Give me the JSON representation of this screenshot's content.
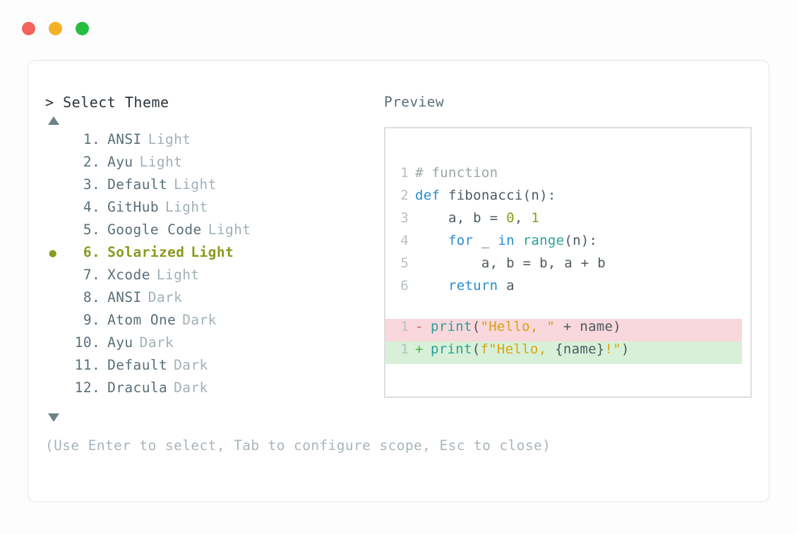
{
  "window": {
    "dots": [
      {
        "name": "close",
        "color": "#f1635b"
      },
      {
        "name": "minimize",
        "color": "#f5b125"
      },
      {
        "name": "maximize",
        "color": "#27bd3f"
      }
    ]
  },
  "prompt": {
    "caret": ">",
    "title": "Select Theme"
  },
  "scroll": {
    "up_icon": "triangle-up",
    "down_icon": "triangle-down"
  },
  "theme_list": {
    "selected_index": 6,
    "selected_bullet": "●",
    "separator": ".",
    "items": [
      {
        "index": "1",
        "name": "ANSI",
        "variant": "Light",
        "selected": false
      },
      {
        "index": "2",
        "name": "Ayu",
        "variant": "Light",
        "selected": false
      },
      {
        "index": "3",
        "name": "Default",
        "variant": "Light",
        "selected": false
      },
      {
        "index": "4",
        "name": "GitHub",
        "variant": "Light",
        "selected": false
      },
      {
        "index": "5",
        "name": "Google Code",
        "variant": "Light",
        "selected": false
      },
      {
        "index": "6",
        "name": "Solarized",
        "variant": "Light",
        "selected": true
      },
      {
        "index": "7",
        "name": "Xcode",
        "variant": "Light",
        "selected": false
      },
      {
        "index": "8",
        "name": "ANSI",
        "variant": "Dark",
        "selected": false
      },
      {
        "index": "9",
        "name": "Atom One",
        "variant": "Dark",
        "selected": false
      },
      {
        "index": "10",
        "name": "Ayu",
        "variant": "Dark",
        "selected": false
      },
      {
        "index": "11",
        "name": "Default",
        "variant": "Dark",
        "selected": false
      },
      {
        "index": "12",
        "name": "Dracula",
        "variant": "Dark",
        "selected": false
      }
    ]
  },
  "hint": "(Use Enter to select, Tab to configure scope, Esc to close)",
  "preview": {
    "label": "Preview",
    "code_lines": [
      {
        "num": "1",
        "tokens": [
          {
            "t": "# function",
            "c": "comment"
          }
        ]
      },
      {
        "num": "2",
        "tokens": [
          {
            "t": "def",
            "c": "kw"
          },
          {
            "t": " fibonacci(n):",
            "c": "plain"
          }
        ]
      },
      {
        "num": "3",
        "tokens": [
          {
            "t": "    a, b = ",
            "c": "plain"
          },
          {
            "t": "0",
            "c": "num"
          },
          {
            "t": ", ",
            "c": "plain"
          },
          {
            "t": "1",
            "c": "num"
          }
        ]
      },
      {
        "num": "4",
        "tokens": [
          {
            "t": "    ",
            "c": "plain"
          },
          {
            "t": "for",
            "c": "kw"
          },
          {
            "t": " _ ",
            "c": "plain"
          },
          {
            "t": "in",
            "c": "kw"
          },
          {
            "t": " ",
            "c": "plain"
          },
          {
            "t": "range",
            "c": "fn"
          },
          {
            "t": "(n):",
            "c": "plain"
          }
        ]
      },
      {
        "num": "5",
        "tokens": [
          {
            "t": "        a, b = b, a + b",
            "c": "plain"
          }
        ]
      },
      {
        "num": "6",
        "tokens": [
          {
            "t": "    ",
            "c": "plain"
          },
          {
            "t": "return",
            "c": "kw"
          },
          {
            "t": " a",
            "c": "plain"
          }
        ]
      }
    ],
    "diff_lines": [
      {
        "num": "1",
        "sign": "-",
        "kind": "del",
        "tokens": [
          {
            "t": "print",
            "c": "fn"
          },
          {
            "t": "(",
            "c": "plain"
          },
          {
            "t": "\"Hello, \"",
            "c": "str"
          },
          {
            "t": " + name)",
            "c": "plain"
          }
        ]
      },
      {
        "num": "1",
        "sign": "+",
        "kind": "add",
        "tokens": [
          {
            "t": "print",
            "c": "fn"
          },
          {
            "t": "(",
            "c": "plain"
          },
          {
            "t": "f\"Hello, ",
            "c": "str"
          },
          {
            "t": "{name}",
            "c": "plain"
          },
          {
            "t": "!\"",
            "c": "str"
          },
          {
            "t": ")",
            "c": "plain"
          }
        ]
      }
    ]
  },
  "colors": {
    "accent_selected": "#8a9a1e",
    "keyword": "#268bd2",
    "function": "#2aa198",
    "string": "#d9a411",
    "number": "#8a9a1e",
    "comment": "#9aa7a7",
    "diff_del_bg": "#f9d7dc",
    "diff_add_bg": "#d8f0d8",
    "diff_del_fg": "#d9534f",
    "diff_add_fg": "#46b04a"
  }
}
